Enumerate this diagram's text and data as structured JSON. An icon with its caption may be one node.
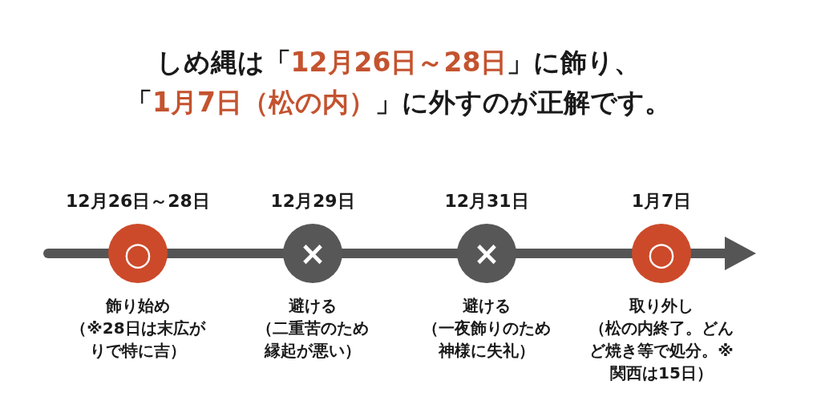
{
  "diagram": {
    "title": "しめ縄は「**12月26日～28日**」に飾り、「**1月7日（松の内）**」に外すのが正解です。",
    "nodes": [
      {
        "text": [
          "○"
        ],
        "beside": [
          "12月26日～28日",
          "飾り始め",
          "（※28日は末広がりで特に吉）"
        ]
      },
      {
        "text": [
          "×"
        ],
        "beside": [
          "12月29日",
          "避ける",
          "（二重苦のため縁起が悪い）"
        ]
      },
      {
        "text": [
          "×"
        ],
        "beside": [
          "12月31日",
          "避ける",
          "（一夜飾りのため神様に失礼）"
        ]
      },
      {
        "text": [
          "○"
        ],
        "beside": [
          "1月7日",
          "取り外し",
          "（松の内終了。どんど焼き等で処分。※関西は15日）"
        ]
      }
    ]
  }
}
